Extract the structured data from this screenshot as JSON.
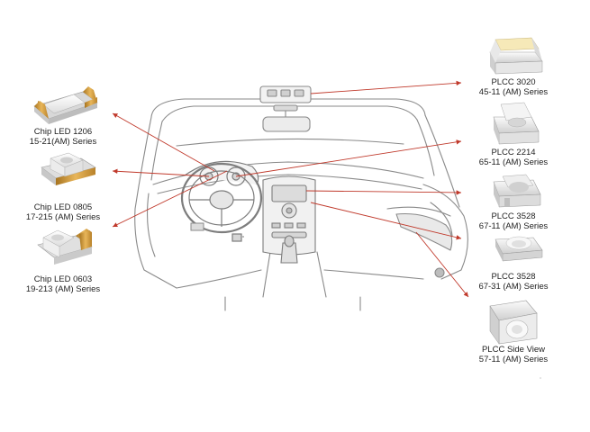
{
  "components": [
    {
      "id": "chip-1206",
      "name": "Chip LED 1206",
      "series": "15-21(AM) Series"
    },
    {
      "id": "chip-0805",
      "name": "Chip LED 0805",
      "series": "17-215 (AM) Series"
    },
    {
      "id": "chip-0603",
      "name": "Chip LED 0603",
      "series": "19-213 (AM) Series"
    },
    {
      "id": "plcc-3020",
      "name": "PLCC 3020",
      "series": "45-11 (AM) Series"
    },
    {
      "id": "plcc-2214",
      "name": "PLCC 2214",
      "series": "65-11 (AM) Series"
    },
    {
      "id": "plcc-3528-67-11",
      "name": "PLCC 3528",
      "series": "67-11 (AM) Series"
    },
    {
      "id": "plcc-3528-67-31",
      "name": "PLCC 3528",
      "series": "67-31 (AM) Series"
    },
    {
      "id": "plcc-side-view",
      "name": "PLCC Side View",
      "series": "57-11 (AM) Series"
    }
  ],
  "colors": {
    "arrow": "#c0392b",
    "outline": "#8a8a8a",
    "chip_body": "#f4f4f4",
    "chip_terminal": "#d9a441",
    "lens_warm": "#f6e9b8"
  }
}
